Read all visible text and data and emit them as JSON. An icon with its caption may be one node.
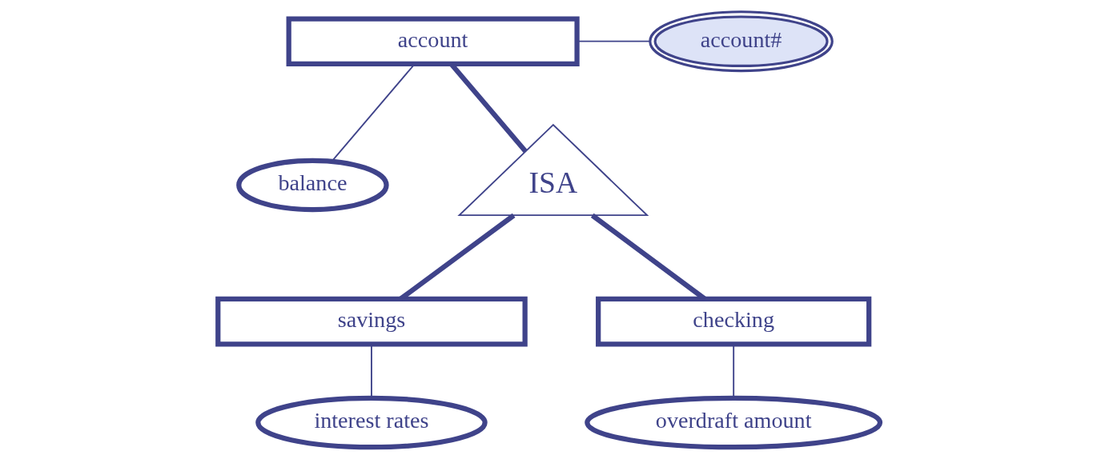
{
  "diagram": {
    "nodes": [
      {
        "text": [
          "account#"
        ]
      },
      {
        "text": [
          "account"
        ]
      },
      {
        "text": [
          "balance"
        ]
      },
      {
        "text": [
          "ISA"
        ]
      },
      {
        "text": [
          "savings"
        ]
      },
      {
        "text": [
          "checking"
        ]
      },
      {
        "text": [
          "interest rates"
        ]
      },
      {
        "text": [
          "overdraft amount"
        ]
      }
    ],
    "edges": [
      {
        "from": 1,
        "to": 0,
        "arrow": "none"
      },
      {
        "from": 1,
        "to": 2,
        "arrow": "none"
      },
      {
        "from": 1,
        "to": 3,
        "arrow": "none",
        "style": "thick"
      },
      {
        "from": 3,
        "to": 4,
        "arrow": "none",
        "style": "thick"
      },
      {
        "from": 3,
        "to": 5,
        "arrow": "none",
        "style": "thick"
      },
      {
        "from": 4,
        "to": 6,
        "arrow": "none"
      },
      {
        "from": 5,
        "to": 7,
        "arrow": "none"
      }
    ]
  }
}
